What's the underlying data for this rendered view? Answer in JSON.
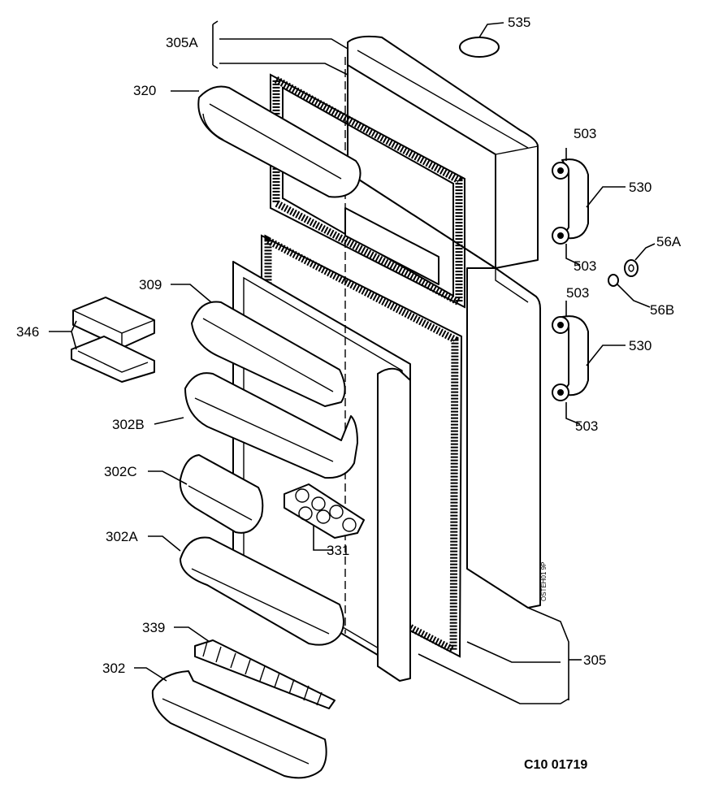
{
  "labels": {
    "l305A": "305A",
    "l535": "535",
    "l320": "320",
    "l503a": "503",
    "l530a": "530",
    "l503b": "503",
    "l56A": "56A",
    "l309": "309",
    "l56B": "56B",
    "l503c": "503",
    "l346": "346",
    "l530b": "530",
    "l503d": "503",
    "l302B": "302B",
    "l302C": "302C",
    "l331": "331",
    "l302A": "302A",
    "l339": "339",
    "l305": "305",
    "l302": "302"
  },
  "side_text": "OSTEH01 9P",
  "drawing_code": "C10 01719"
}
